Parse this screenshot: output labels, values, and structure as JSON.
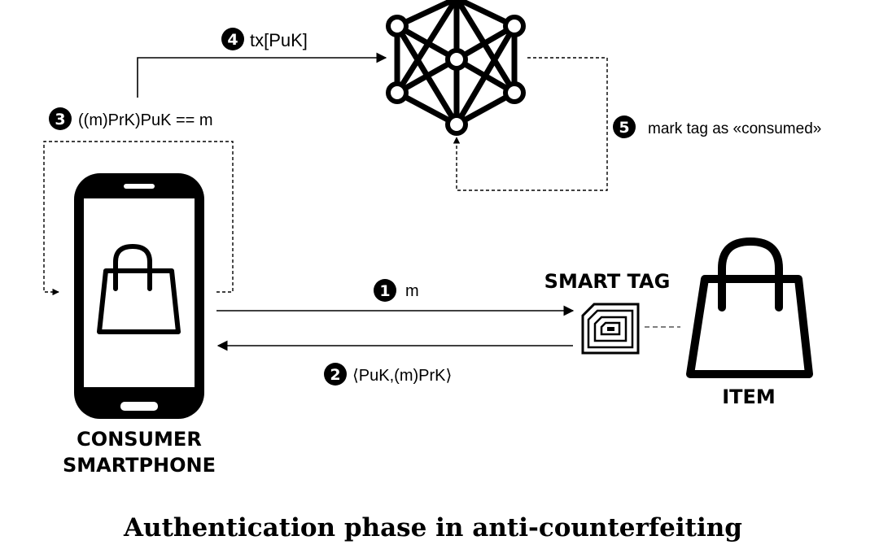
{
  "diagram": {
    "caption": "Authentication phase in anti-counterfeiting",
    "entities": {
      "smartphone_line1": "CONSUMER",
      "smartphone_line2": "SMARTPHONE",
      "smart_tag": "SMART TAG",
      "item": "ITEM"
    },
    "steps": [
      {
        "number": "1",
        "label": "m"
      },
      {
        "number": "2",
        "label": "⟨PuK,(m)PrK⟩"
      },
      {
        "number": "3",
        "label": "((m)PrK)PuK == m"
      },
      {
        "number": "4",
        "label": "tx[PuK]"
      },
      {
        "number": "5",
        "label": "mark tag as «consumed»"
      }
    ],
    "icons": [
      "smartphone-icon",
      "shopping-bag-icon",
      "blockchain-network-icon",
      "nfc-tag-icon"
    ]
  }
}
